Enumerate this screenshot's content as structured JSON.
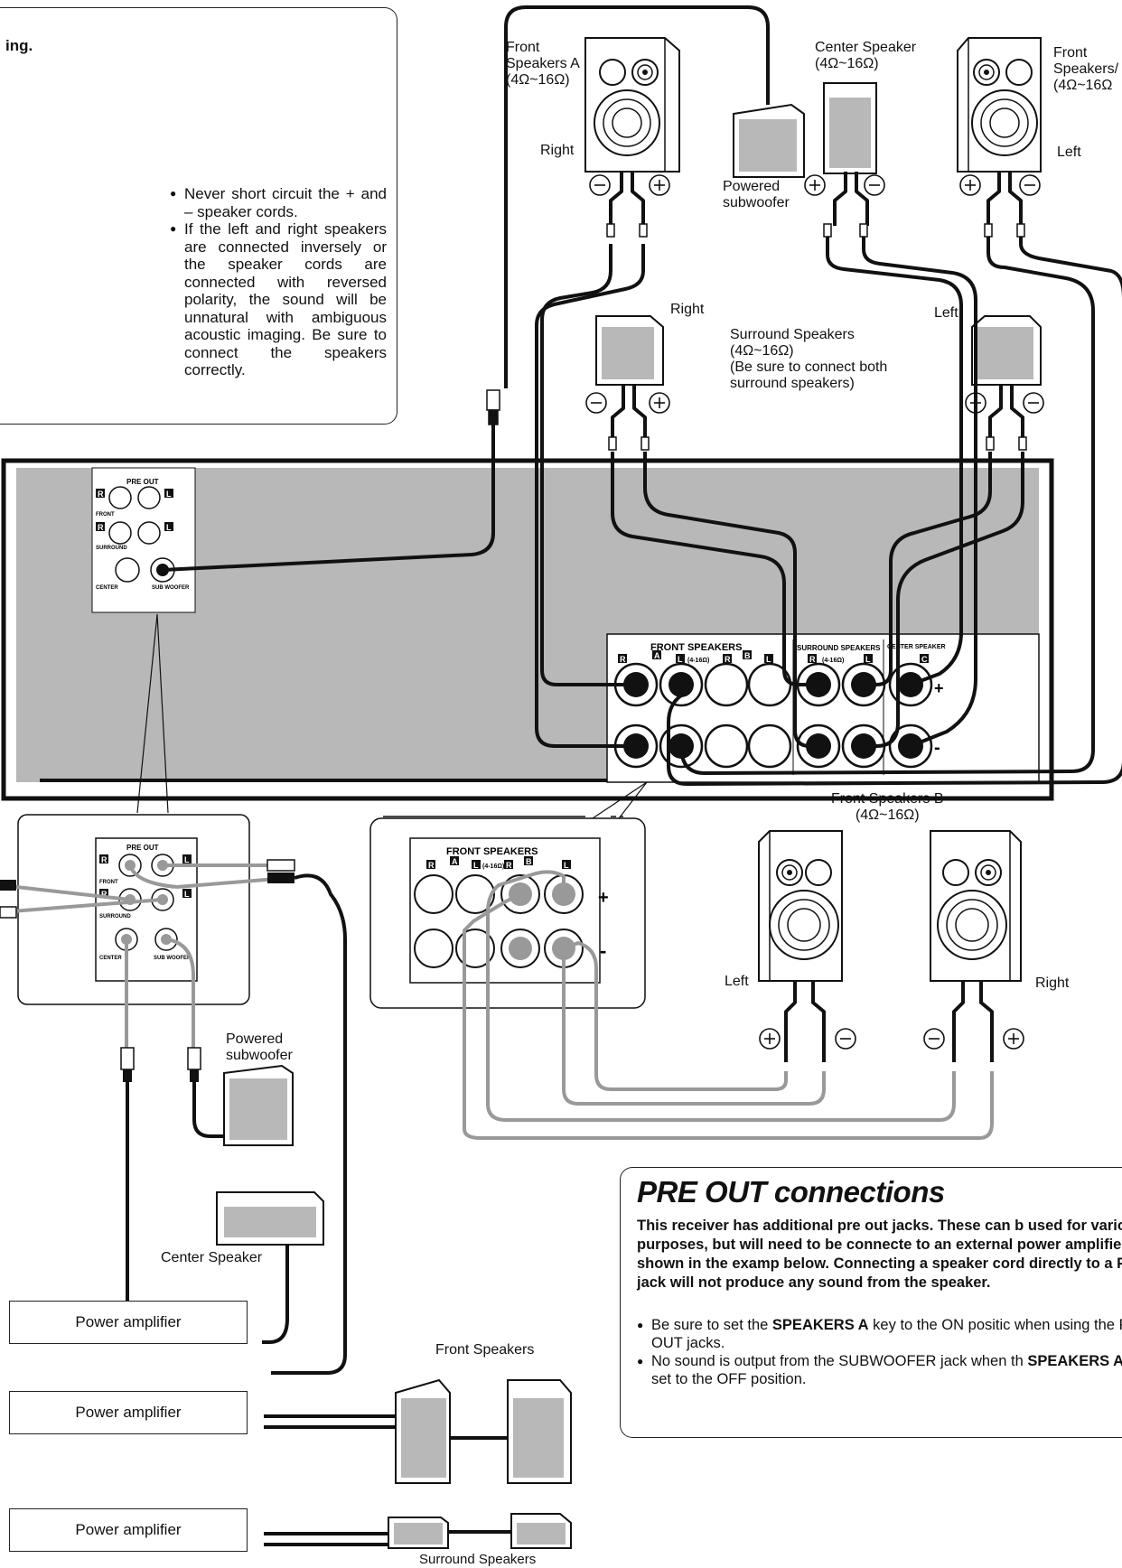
{
  "caution": {
    "heading": "ing.",
    "bullets": [
      "Never short circuit the + and – speaker cords.",
      "If the left and right speakers are connected inversely or the speaker cords are connected with reversed polarity, the sound will be unnatural with ambiguous acoustic imaging. Be sure to connect the speakers correctly."
    ]
  },
  "top_labels": {
    "front_a_right": "Front\nSpeakers A\n(4Ω~16Ω)",
    "right": "Right",
    "center_speaker": "Center Speaker\n(4Ω~16Ω)",
    "powered_subwoofer": "Powered\nsubwoofer",
    "front_a_left": "Front\nSpeakers/\n(4Ω~16Ω",
    "left": "Left",
    "surround_right": "Right",
    "surround_left": "Left",
    "surround_speakers": "Surround Speakers\n(4Ω~16Ω)\n(Be sure to connect both\nsurround speakers)"
  },
  "panel": {
    "pre_out": "PRE OUT",
    "front": "FRONT",
    "surround": "SURROUND",
    "center": "CENTER",
    "subwoofer": "SUB WOOFER",
    "r": "R",
    "l": "L",
    "a": "A",
    "b": "B",
    "c": "C",
    "front_speakers": "FRONT SPEAKERS",
    "ohms": "(4-16Ω)",
    "surround_speakers": "SURROUND SPEAKERS",
    "center_speaker": "CENTER SPEAKER",
    "plus": "+",
    "minus": "-"
  },
  "lower_labels": {
    "front_b": "Front Speakers B\n(4Ω~16Ω)",
    "left": "Left",
    "right": "Right",
    "powered_subwoofer": "Powered\nsubwoofer",
    "center_speaker": "Center Speaker",
    "front_speakers": "Front Speakers",
    "surround_speakers": "Surround Speakers"
  },
  "amplifiers": [
    "Power amplifier",
    "Power amplifier",
    "Power amplifier"
  ],
  "pre_out_section": {
    "title": "PRE OUT connections",
    "intro": "This receiver has additional pre out jacks. These can b used for various purposes, but will need to be connecte to an external power amplifier as shown in the examp below. Connecting a speaker cord directly to a PRE OU jack will not produce any sound from the speaker.",
    "bullet1_prefix": "Be sure to set the ",
    "bullet1_key": "SPEAKERS A",
    "bullet1_suffix": " key to the ON positic when using the PRE OUT jacks.",
    "bullet2_prefix": "No sound is output from the SUBWOOFER jack when th ",
    "bullet2_key": "SPEAKERS A",
    "bullet2_suffix": " key is set to the OFF position."
  }
}
